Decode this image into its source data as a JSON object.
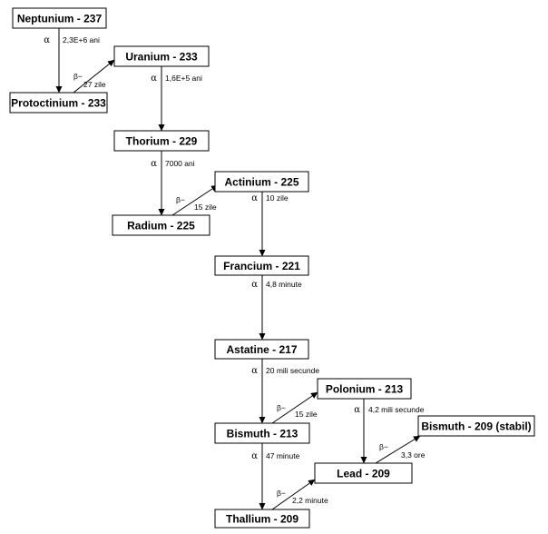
{
  "nodes": {
    "neptunium_237": "Neptunium - 237",
    "uranium_233": "Uranium - 233",
    "protactinium_233": "Protoctinium - 233",
    "thorium_229": "Thorium - 229",
    "actinium_225": "Actinium - 225",
    "radium_225": "Radium - 225",
    "francium_221": "Francium - 221",
    "astatine_217": "Astatine - 217",
    "polonium_213": "Polonium - 213",
    "bismuth_213": "Bismuth - 213",
    "bismuth_209": "Bismuth - 209 (stabil)",
    "lead_209": "Lead - 209",
    "thallium_209": "Thallium - 209"
  },
  "decays": {
    "np237_to_pa233": {
      "symbol": "α",
      "time": "2,3E+6 ani"
    },
    "pa233_to_u233": {
      "symbol": "β−",
      "time": "27 zile"
    },
    "u233_to_th229": {
      "symbol": "α",
      "time": "1,6E+5 ani"
    },
    "th229_to_ra225": {
      "symbol": "α",
      "time": "7000 ani"
    },
    "ra225_to_ac225": {
      "symbol": "β−",
      "time": "15 zile"
    },
    "ac225_to_fr221": {
      "symbol": "α",
      "time": "10 zile"
    },
    "fr221_to_at217": {
      "symbol": "α",
      "time": "4,8 minute"
    },
    "at217_to_bi213": {
      "symbol": "α",
      "time": "20 mili secunde"
    },
    "bi213_to_po213": {
      "symbol": "β−",
      "time": "15 zile"
    },
    "po213_to_pb209": {
      "symbol": "α",
      "time": "4,2 mili secunde"
    },
    "bi213_to_tl209": {
      "symbol": "α",
      "time": "47 minute"
    },
    "tl209_to_pb209": {
      "symbol": "β−",
      "time": "2,2 minute"
    },
    "pb209_to_bi209": {
      "symbol": "β−",
      "time": "3,3 ore"
    }
  }
}
